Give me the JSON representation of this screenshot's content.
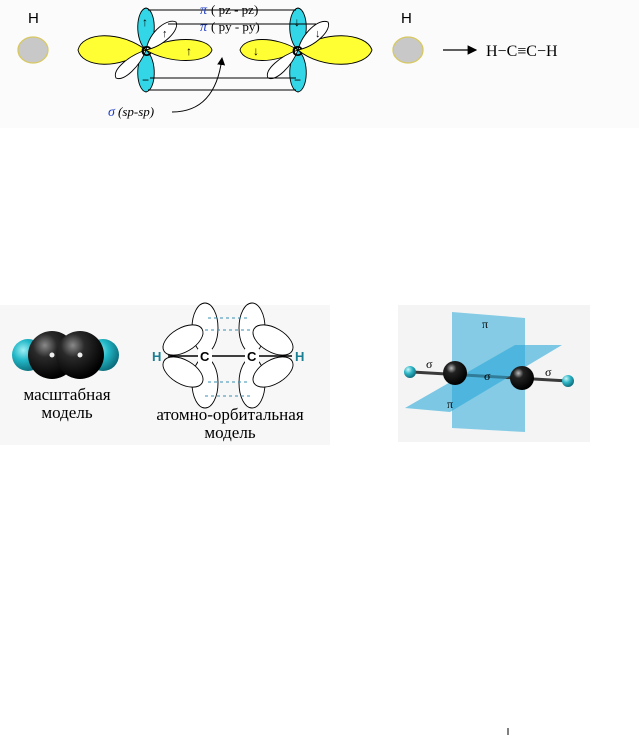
{
  "acetylene_orbital": {
    "h_left": "H",
    "h_right": "H",
    "c_left": "C",
    "c_right": "C",
    "pi_symbol": "π",
    "pi_pz": "( pz - pz)",
    "pi_py": "( py - py)",
    "sigma_symbol": "σ",
    "sigma_sp": "(sp-sp)",
    "arrow_up": "↑",
    "arrow_down": "↓",
    "formula": "H−C≡C−H"
  },
  "models": {
    "scale_caption_1": "масштабная",
    "scale_caption_2": "модель",
    "orbital_caption_1": "атомно-орбитальная",
    "orbital_caption_2": "модель",
    "h_left": "H",
    "h_right": "H",
    "c_left": "C",
    "c_right": "C"
  },
  "bonds_3d": {
    "pi_top": "π",
    "pi_bottom": "π",
    "sigma_left": "σ",
    "sigma_center": "σ",
    "sigma_right": "σ"
  },
  "colors": {
    "lobe_yellow": "#ffff33",
    "lobe_cyan": "#33d6e6",
    "h_gray": "#c8c8c8",
    "label_blue": "#1f3cc8",
    "teal_h": "#1a99a8",
    "plane_blue": "#29a9d8"
  }
}
